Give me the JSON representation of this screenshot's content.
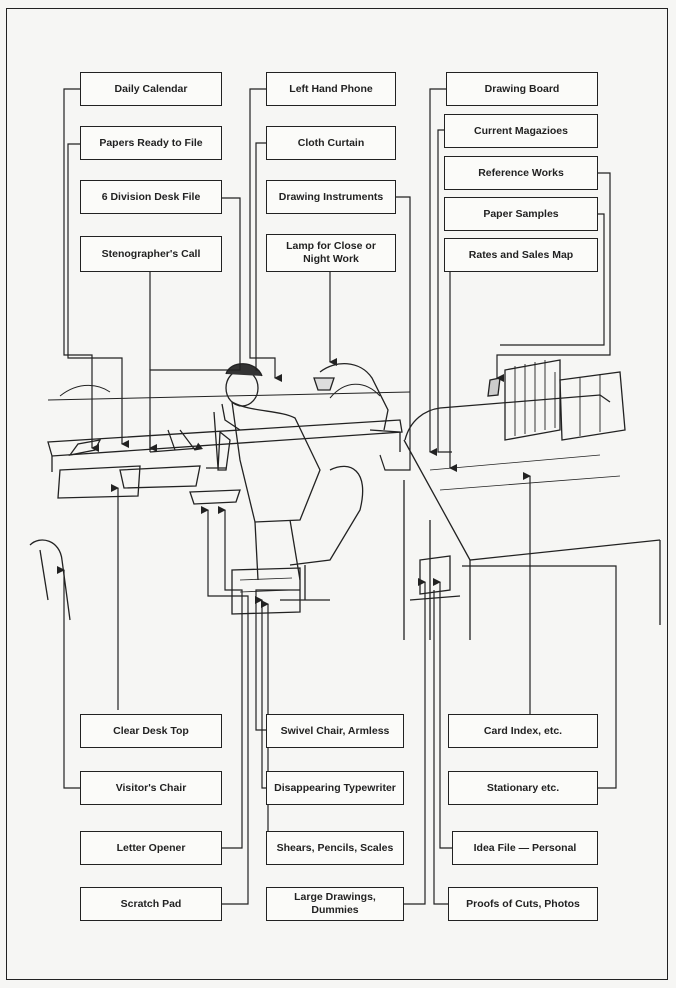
{
  "top_labels": [
    {
      "id": "daily-calendar",
      "text": "Daily Calendar"
    },
    {
      "id": "papers-ready-to-file",
      "text": "Papers Ready to File"
    },
    {
      "id": "six-division-desk-file",
      "text": "6 Division Desk File"
    },
    {
      "id": "stenographers-call",
      "text": "Stenographer's Call"
    },
    {
      "id": "left-hand-phone",
      "text": "Left Hand Phone"
    },
    {
      "id": "cloth-curtain",
      "text": "Cloth Curtain"
    },
    {
      "id": "drawing-instruments",
      "text": "Drawing Instruments"
    },
    {
      "id": "lamp",
      "text": "Lamp for Close or\nNight Work"
    },
    {
      "id": "drawing-board",
      "text": "Drawing Board"
    },
    {
      "id": "current-magazines",
      "text": "Current Magazioes"
    },
    {
      "id": "reference-works",
      "text": "Reference Works"
    },
    {
      "id": "paper-samples",
      "text": "Paper Samples"
    },
    {
      "id": "rates-and-sales-map",
      "text": "Rates and Sales Map"
    }
  ],
  "bottom_labels": [
    {
      "id": "clear-desk-top",
      "text": "Clear Desk Top"
    },
    {
      "id": "visitors-chair",
      "text": "Visitor's Chair"
    },
    {
      "id": "letter-opener",
      "text": "Letter Opener"
    },
    {
      "id": "scratch-pad",
      "text": "Scratch Pad"
    },
    {
      "id": "swivel-chair",
      "text": "Swivel Chair, Armless"
    },
    {
      "id": "disappearing-typewriter",
      "text": "Disappearing Typewriter"
    },
    {
      "id": "shears-pencils-scales",
      "text": "Shears, Pencils, Scales"
    },
    {
      "id": "large-drawings",
      "text": "Large Drawings, Dummies"
    },
    {
      "id": "card-index",
      "text": "Card Index, etc."
    },
    {
      "id": "stationary",
      "text": "Stationary etc."
    },
    {
      "id": "idea-file",
      "text": "Idea File — Personal"
    },
    {
      "id": "proofs-of-cuts",
      "text": "Proofs of Cuts, Photos"
    }
  ]
}
